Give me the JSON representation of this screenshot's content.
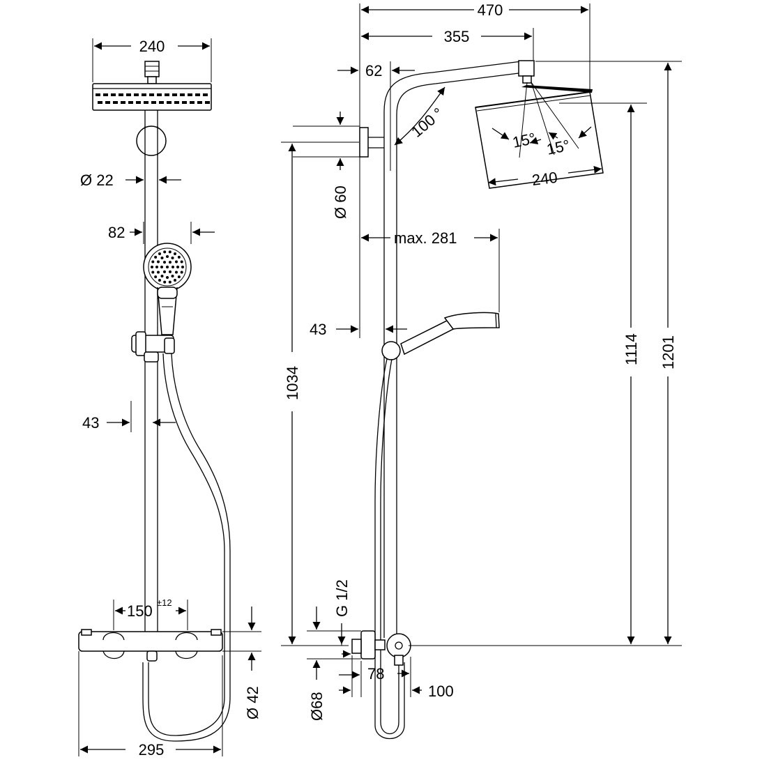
{
  "colors": {
    "line": "#000000",
    "background": "#ffffff"
  },
  "front": {
    "head_width": "240",
    "rail_diameter": "Ø 22",
    "handshower_diameter": "82",
    "holder_offset": "43",
    "mixer_centers": "150",
    "mixer_centers_tolerance": "±12",
    "mixer_height": "Ø 42",
    "mixer_width": "295"
  },
  "side": {
    "arm_total": "470",
    "arm_reach": "355",
    "wall_bracket_offset": "62",
    "arm_angle": "100 °",
    "head_tilt_left": "15°",
    "head_tilt_right": "15°",
    "head_width": "240",
    "bracket_diameter": "Ø 60",
    "handshower_reach": "max. 281",
    "rail_offset": "43",
    "bracket_height": "1034",
    "head_height": "1114",
    "total_height": "1201",
    "connection_thread": "G 1/2",
    "connection_depth": "78",
    "escutcheon_diameter": "Ø68",
    "mixer_depth": "100"
  }
}
